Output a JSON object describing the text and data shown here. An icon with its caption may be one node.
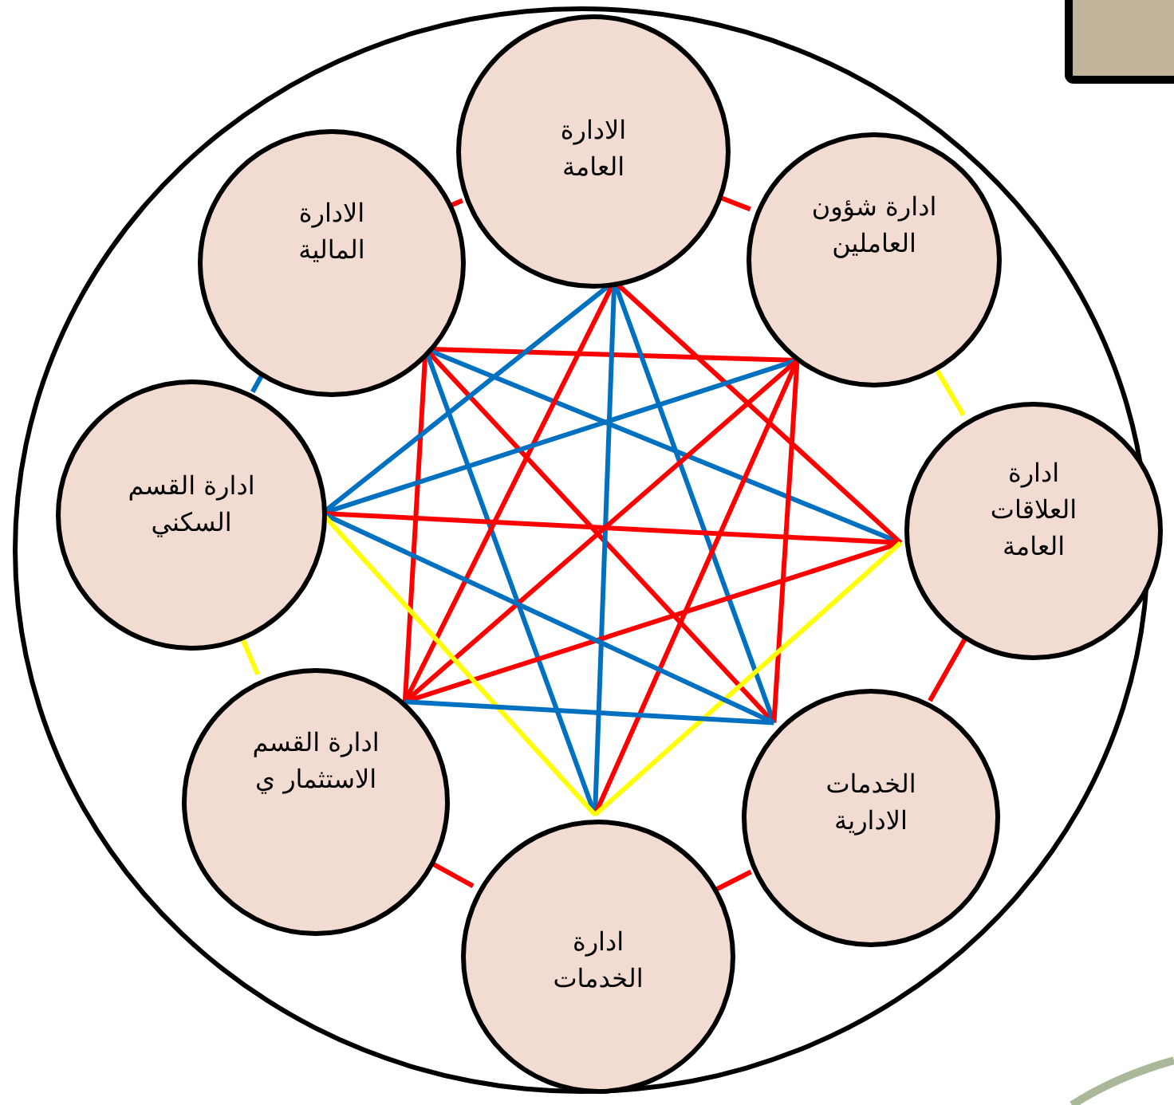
{
  "diagram": {
    "nodes": [
      {
        "text": [],
        "shape": "circle"
      },
      {
        "text": [
          "الادارة العامة"
        ],
        "in": 0
      },
      {
        "text": [
          "ادارة شؤون العاملين"
        ],
        "in": 0
      },
      {
        "text": [
          "ادارة العلاقات العامة"
        ],
        "in": 0
      },
      {
        "text": [
          "الخدمات الادارية"
        ],
        "in": 0
      },
      {
        "text": [
          "ادارة الخدمات"
        ],
        "in": 0
      },
      {
        "text": [
          "ادارة القسم الاستثمار ي"
        ],
        "in": 0
      },
      {
        "text": [
          "ادارة القسم السكني"
        ],
        "in": 0
      },
      {
        "text": [
          "الادارة المالية"
        ],
        "in": 0
      }
    ],
    "edges": [
      {
        "from": 1,
        "to": 2,
        "arrow": "none"
      },
      {
        "from": 1,
        "to": 8,
        "arrow": "none"
      },
      {
        "from": 2,
        "to": 3,
        "arrow": "none",
        "color": "#ffff00"
      },
      {
        "from": 3,
        "to": 4,
        "arrow": "none"
      },
      {
        "from": 4,
        "to": 5,
        "arrow": "none"
      },
      {
        "from": 5,
        "to": 6,
        "arrow": "none"
      },
      {
        "from": 6,
        "to": 7,
        "arrow": "none",
        "color": "#ffff00"
      },
      {
        "from": 7,
        "to": 8,
        "arrow": "none",
        "color": "#0070c0"
      },
      {
        "from": 8,
        "to": 2,
        "arrow": "none"
      },
      {
        "from": 8,
        "to": 3,
        "arrow": "none",
        "color": "#0070c0"
      },
      {
        "from": 8,
        "to": 6,
        "arrow": "none"
      },
      {
        "from": 8,
        "to": 4,
        "arrow": "none"
      },
      {
        "from": 8,
        "to": 5,
        "arrow": "none",
        "color": "#0070c0"
      },
      {
        "from": 1,
        "to": 7,
        "arrow": "none",
        "color": "#0070c0"
      },
      {
        "from": 1,
        "to": 6,
        "arrow": "none"
      },
      {
        "from": 1,
        "to": 5,
        "arrow": "none",
        "color": "#0070c0"
      },
      {
        "from": 1,
        "to": 4,
        "arrow": "none",
        "color": "#0070c0"
      },
      {
        "from": 1,
        "to": 3,
        "arrow": "none"
      },
      {
        "from": 2,
        "to": 7,
        "arrow": "none",
        "color": "#0070c0"
      },
      {
        "from": 2,
        "to": 6,
        "arrow": "none"
      },
      {
        "from": 2,
        "to": 5,
        "arrow": "none"
      },
      {
        "from": 2,
        "to": 4,
        "arrow": "none"
      },
      {
        "from": 3,
        "to": 7,
        "arrow": "none"
      },
      {
        "from": 3,
        "to": 6,
        "arrow": "none"
      },
      {
        "from": 3,
        "to": 5,
        "arrow": "none",
        "color": "#ffff00"
      },
      {
        "from": 7,
        "to": 4,
        "arrow": "none",
        "color": "#0070c0"
      },
      {
        "from": 7,
        "to": 5,
        "arrow": "none",
        "color": "#ffff00"
      },
      {
        "from": 6,
        "to": 4,
        "arrow": "none",
        "color": "#0070c0"
      }
    ]
  }
}
